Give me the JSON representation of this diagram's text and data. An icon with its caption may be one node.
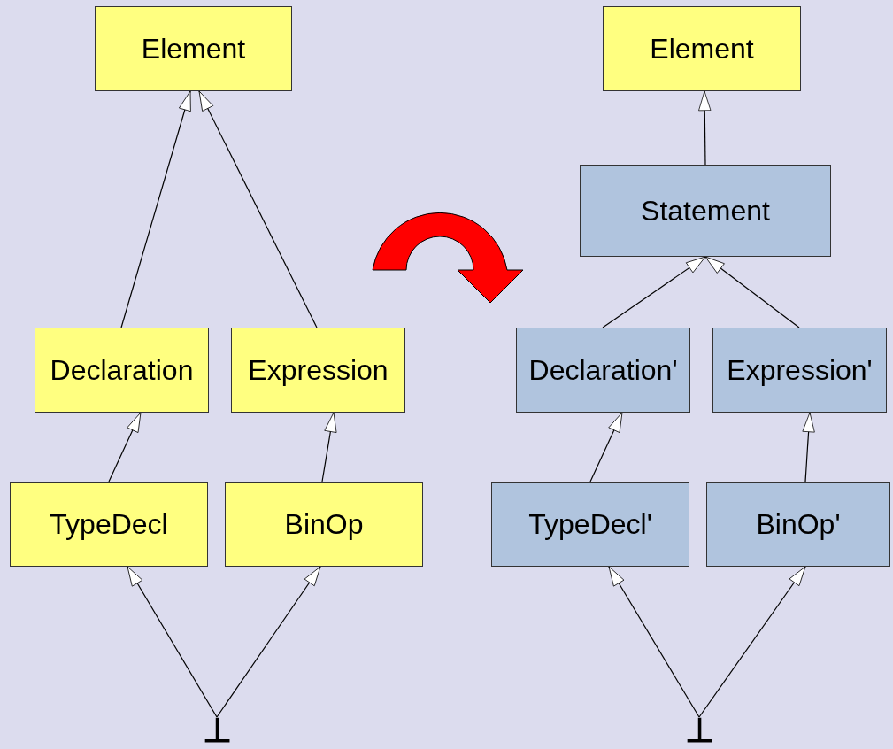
{
  "diagram": {
    "nodes": [
      {
        "text": [
          "Element"
        ]
      },
      {
        "text": [
          "Declaration"
        ]
      },
      {
        "text": [
          "Expression"
        ]
      },
      {
        "text": [
          "TypeDecl"
        ]
      },
      {
        "text": [
          "BinOp"
        ]
      },
      {
        "text": [
          "⊥"
        ]
      },
      {
        "text": [
          "Element"
        ]
      },
      {
        "text": [
          "Statement"
        ]
      },
      {
        "text": [
          "Declaration'"
        ]
      },
      {
        "text": [
          "Expression'"
        ]
      },
      {
        "text": [
          "TypeDecl'"
        ]
      },
      {
        "text": [
          "BinOp'"
        ]
      },
      {
        "text": [
          "⊥"
        ]
      }
    ],
    "edges": [
      {
        "from": 1,
        "to": 0,
        "arrow": "to"
      },
      {
        "from": 2,
        "to": 0,
        "arrow": "to"
      },
      {
        "from": 3,
        "to": 1,
        "arrow": "to"
      },
      {
        "from": 4,
        "to": 2,
        "arrow": "to"
      },
      {
        "from": 5,
        "to": 3,
        "arrow": "to"
      },
      {
        "from": 5,
        "to": 4,
        "arrow": "to"
      },
      {
        "from": 7,
        "to": 6,
        "arrow": "to"
      },
      {
        "from": 8,
        "to": 7,
        "arrow": "to"
      },
      {
        "from": 9,
        "to": 7,
        "arrow": "to"
      },
      {
        "from": 10,
        "to": 8,
        "arrow": "to"
      },
      {
        "from": 11,
        "to": 9,
        "arrow": "to"
      },
      {
        "from": 12,
        "to": 10,
        "arrow": "to"
      },
      {
        "from": 12,
        "to": 11,
        "arrow": "to"
      }
    ]
  }
}
